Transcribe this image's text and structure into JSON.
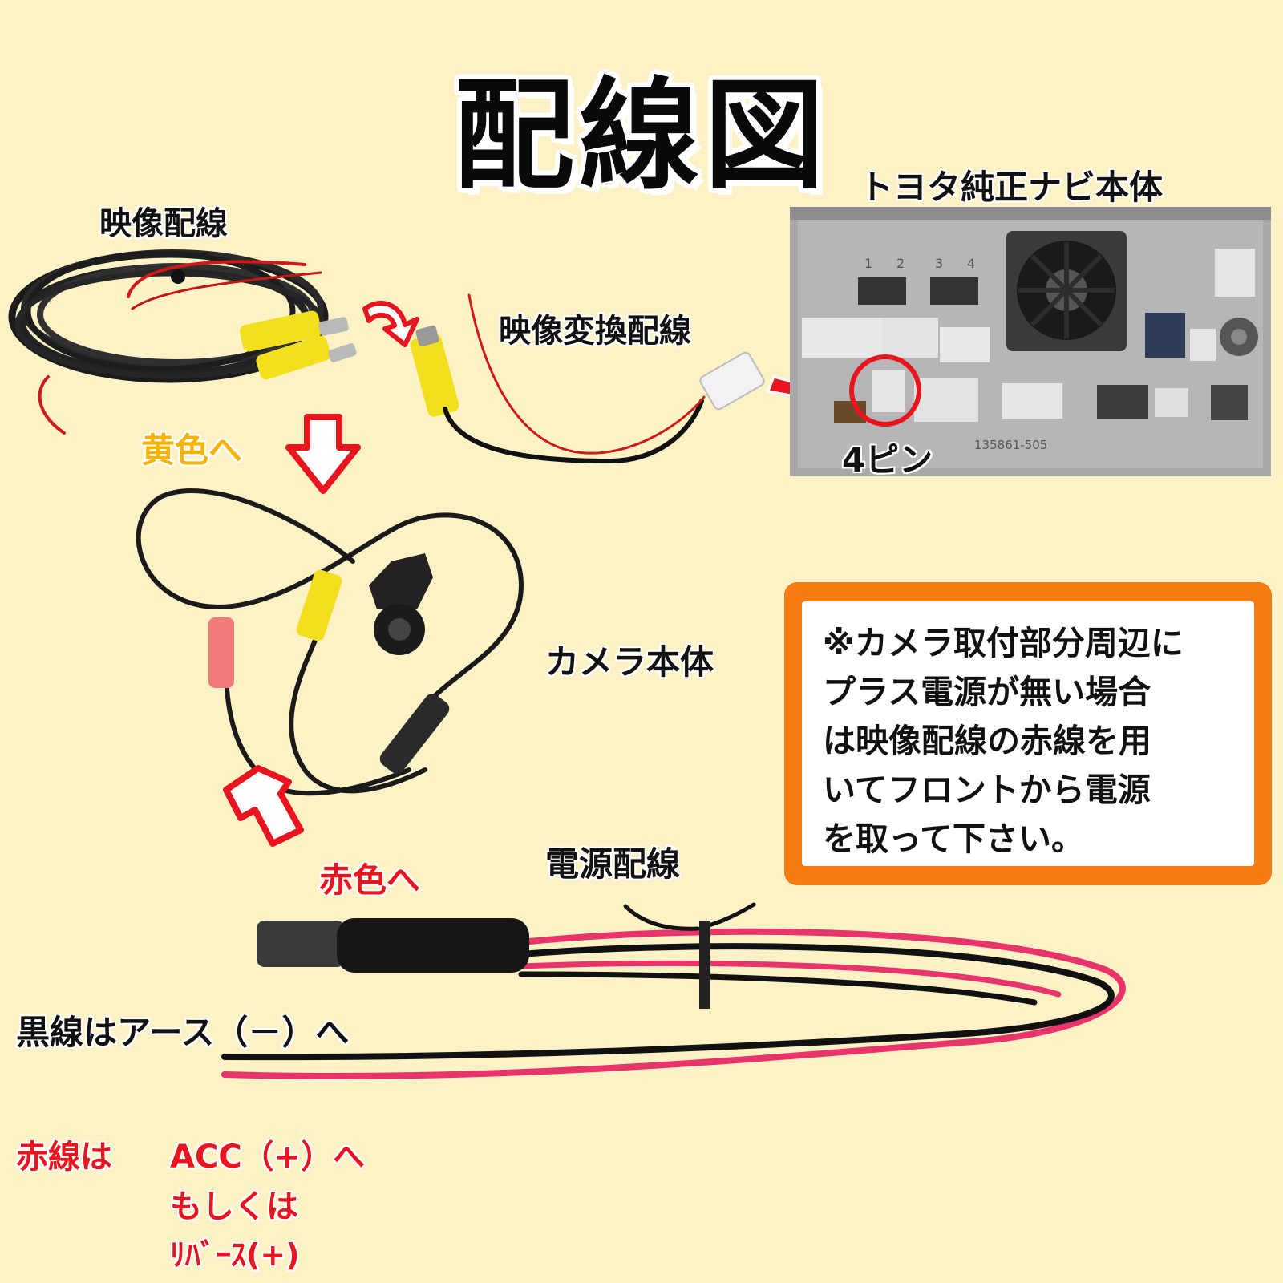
{
  "title": "配線図",
  "labels": {
    "video_cable": "映像配線",
    "video_converter": "映像変換配線",
    "navi_unit": "トヨタ純正ナビ本体",
    "four_pin": "4ピン",
    "to_yellow": "黄色へ",
    "camera_body": "カメラ本体",
    "to_red": "赤色へ",
    "power_cable": "電源配線",
    "black_wire": "黒線はアース（－）へ",
    "red_wire_prefix": "赤線は",
    "red_wire_acc": "ACC（+）へ",
    "red_wire_or": "もしくは",
    "red_wire_reverse": "ﾘﾊﾞｰｽ(+)"
  },
  "navi_panel": {
    "pin_numbers": [
      "1",
      "2",
      "3",
      "4"
    ],
    "part_number": "135861-505"
  },
  "note": "※カメラ取付部分周辺に\nプラス電源が無い場合\nは映像配線の赤線を用\nいてフロントから電源\nを取って下さい。",
  "colors": {
    "background": "#fdf1c6",
    "note_border": "#f47c12",
    "label_red": "#e8141e",
    "label_yellow": "#f5b400",
    "wire_pink": "#e8336b",
    "rca_yellow": "#f2df1e"
  }
}
